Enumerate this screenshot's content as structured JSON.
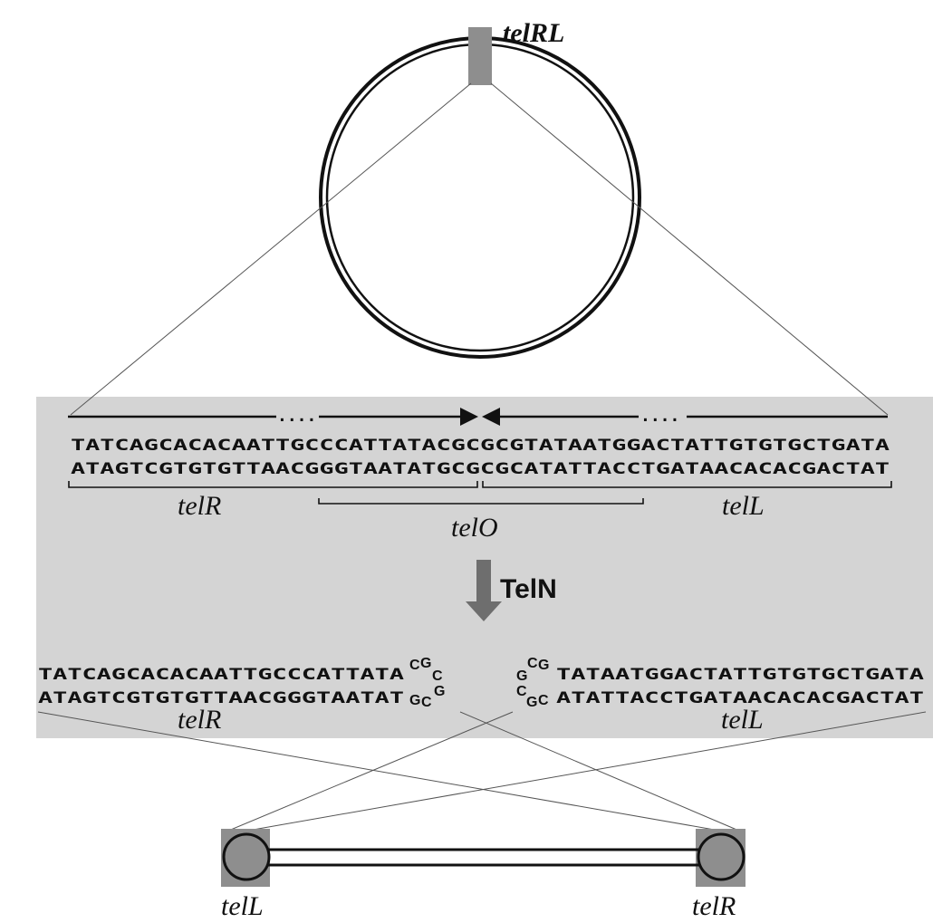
{
  "plasmid": {
    "site_label": "telRL"
  },
  "sequence": {
    "top_strand": "TATCAGCACACAATTGCCCATTATACGCGCGTATAATGGACTATTGTGTGCTGATA",
    "bottom_strand": "ATAGTCGTGTGTTAACGGGTAATATGCGCGCATATTACCTGATAACACACGACTAT",
    "dots": "....",
    "labels": {
      "left": "telR",
      "center": "telO",
      "right": "telL"
    }
  },
  "enzyme": {
    "label": "TelN"
  },
  "products": {
    "left": {
      "top": "TATCAGCACACAATTGCCCATTATA",
      "bottom": "ATAGTCGTGTGTTAACGGGTAATAT",
      "hairpin": [
        "C",
        "G",
        "C",
        "G",
        "G",
        "C"
      ],
      "label": "telR"
    },
    "right": {
      "top": "TATAATGGACTATTGTGTGCTGATA",
      "bottom": "ATATTACCTGATAACACACGACTAT",
      "hairpin": [
        "C",
        "G",
        "G",
        "C",
        "G",
        "C"
      ],
      "label": "telL"
    }
  },
  "linear": {
    "left_label": "telL",
    "right_label": "telR"
  },
  "colors": {
    "panel": "#d4d4d4",
    "block": "#8e8e8e",
    "line": "#111111",
    "thin_line": "#555555"
  }
}
